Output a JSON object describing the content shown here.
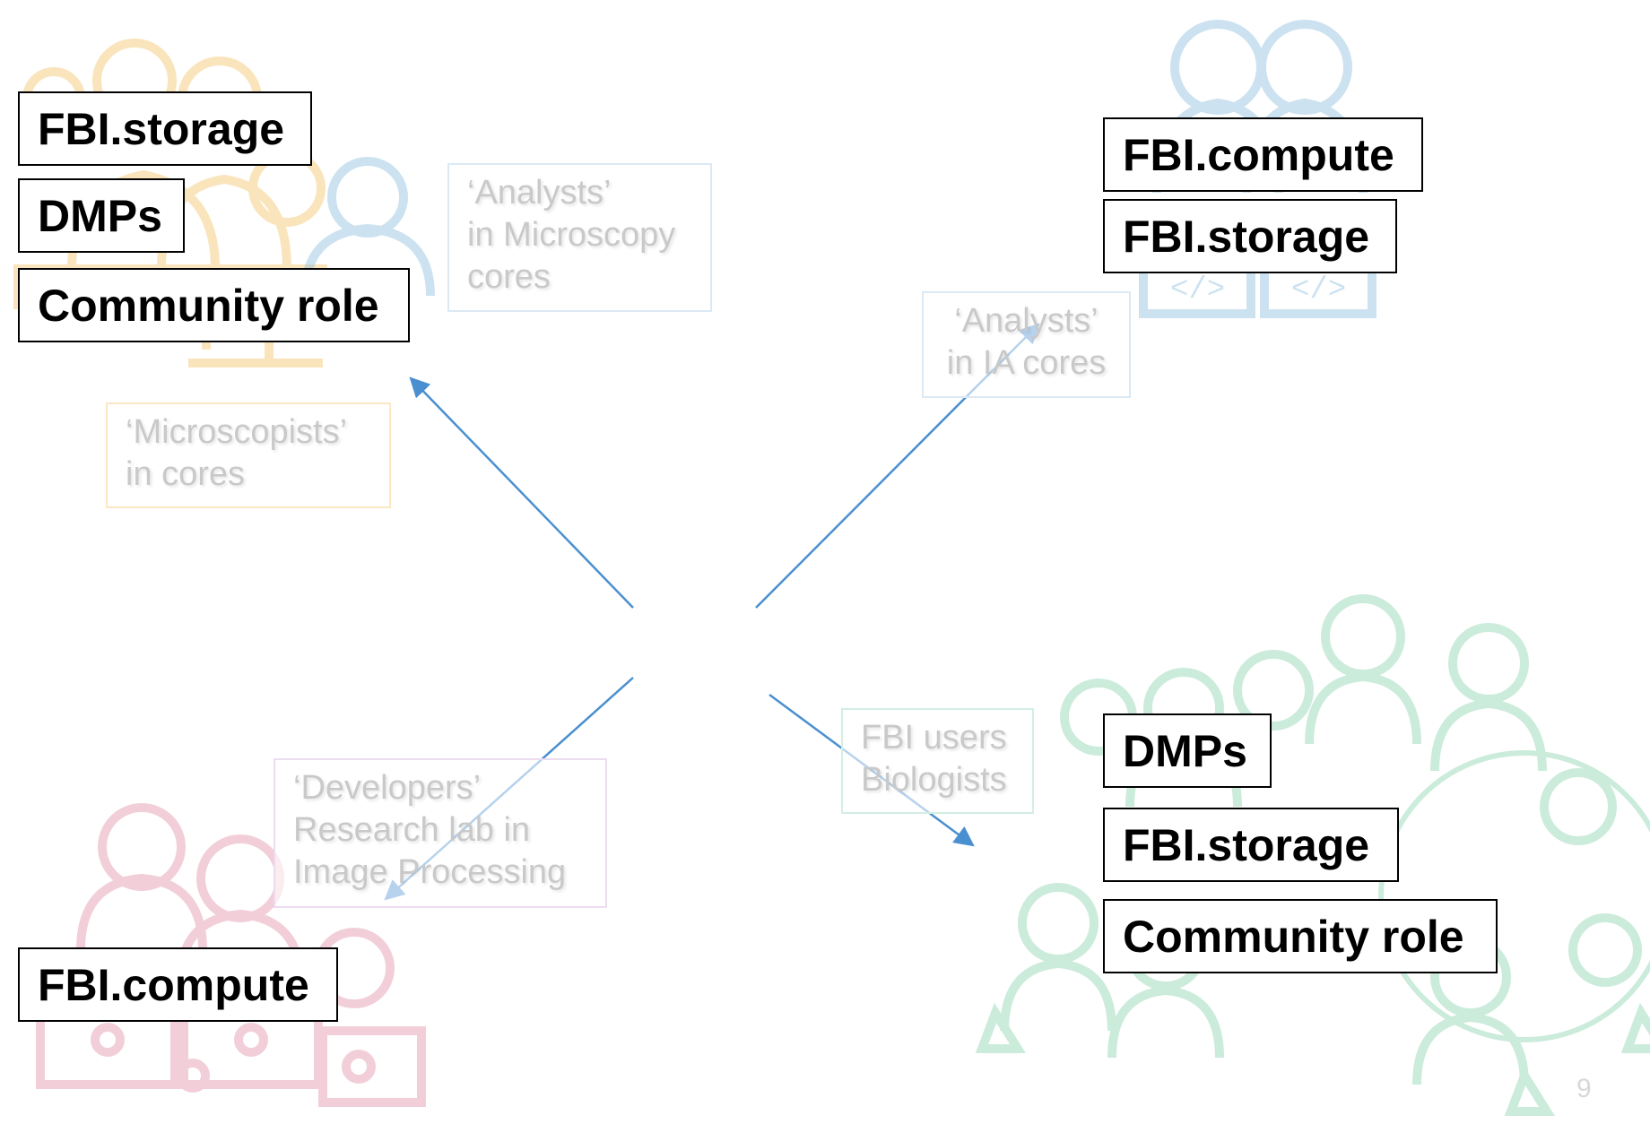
{
  "colors": {
    "microscopists": "#f3c46a",
    "microscopy_analysts": "#8fbfe0",
    "ia_analysts": "#8fbfe0",
    "developers": "#e08aa0",
    "biologists": "#7fcfa8",
    "arrow": "#4a8fd0"
  },
  "groups": {
    "microscopists": {
      "icon": "people-with-microscope-icon",
      "label_lines": [
        "‘Microscopists’",
        "in cores"
      ],
      "tags": [
        "FBI.storage",
        "DMPs",
        "Community role"
      ]
    },
    "microscopy_analysts": {
      "label_lines": [
        "‘Analysts’",
        "in Microscopy",
        "cores"
      ]
    },
    "ia_analysts": {
      "icon": "people-with-laptops-icon",
      "label_lines": [
        "‘Analysts’",
        "in IA cores"
      ],
      "tags": [
        "FBI.compute",
        "FBI.storage"
      ]
    },
    "developers": {
      "icon": "developers-with-laptops-icon",
      "label_lines": [
        "‘Developers’",
        "Research lab in",
        "Image Processing"
      ],
      "tags": [
        "FBI.compute"
      ]
    },
    "biologists": {
      "icon": "crowd-of-scientists-icon",
      "label_lines": [
        "FBI users",
        "Biologists"
      ],
      "tags": [
        "DMPs",
        "FBI.storage",
        "Community role"
      ]
    }
  },
  "page_number": "9"
}
